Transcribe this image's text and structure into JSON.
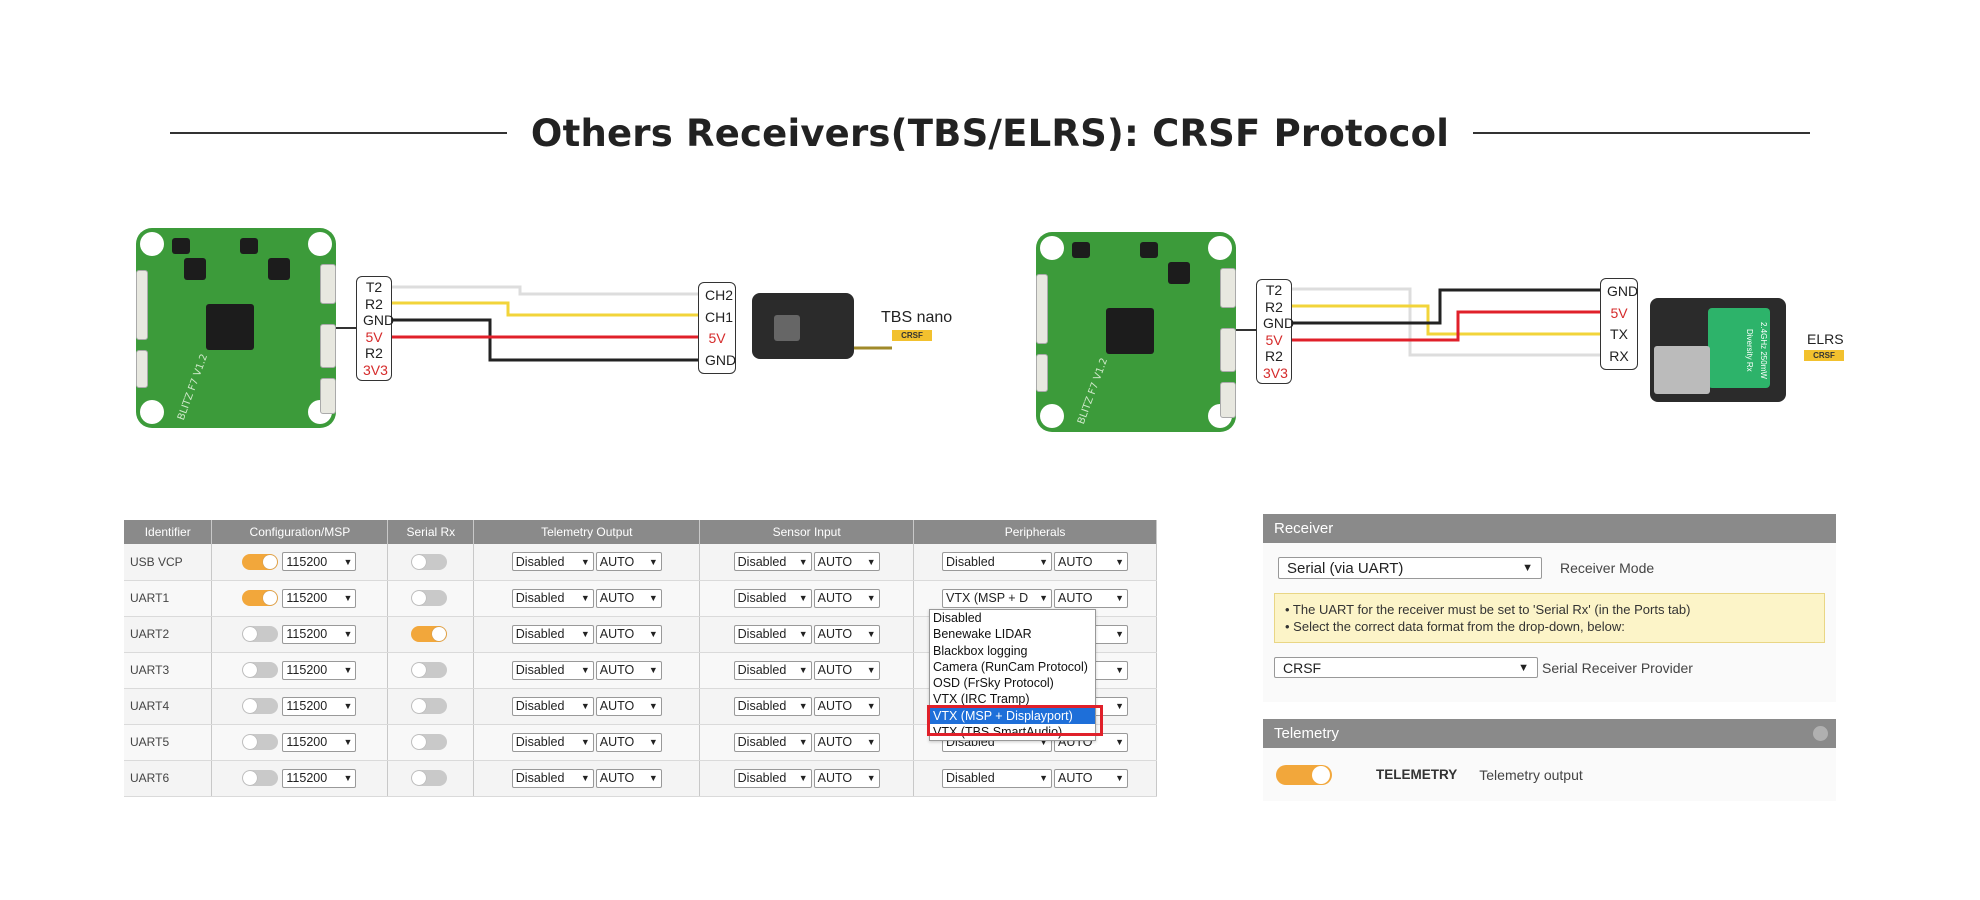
{
  "title": "Others Receivers(TBS/ELRS): CRSF Protocol",
  "left_diagram": {
    "fc_pins": [
      {
        "label": "T2",
        "color": "#222222"
      },
      {
        "label": "R2",
        "color": "#222222"
      },
      {
        "label": "GND",
        "color": "#222222"
      },
      {
        "label": "5V",
        "color": "#d52b2b"
      },
      {
        "label": "R2",
        "color": "#222222"
      },
      {
        "label": "3V3",
        "color": "#d52b2b"
      }
    ],
    "rx_pins": [
      {
        "label": "CH2",
        "color": "#222222"
      },
      {
        "label": "CH1",
        "color": "#222222"
      },
      {
        "label": "5V",
        "color": "#d52b2b"
      },
      {
        "label": "GND",
        "color": "#222222"
      }
    ],
    "receiver_name": "TBS nano",
    "protocol_tag": "CRSF",
    "board_silk": "BLITZ F7 V1.2"
  },
  "right_diagram": {
    "fc_pins": [
      {
        "label": "T2",
        "color": "#222222"
      },
      {
        "label": "R2",
        "color": "#222222"
      },
      {
        "label": "GND",
        "color": "#222222"
      },
      {
        "label": "5V",
        "color": "#d52b2b"
      },
      {
        "label": "R2",
        "color": "#222222"
      },
      {
        "label": "3V3",
        "color": "#d52b2b"
      }
    ],
    "rx_pins": [
      {
        "label": "GND",
        "color": "#222222"
      },
      {
        "label": "5V",
        "color": "#d52b2b"
      },
      {
        "label": "TX",
        "color": "#222222"
      },
      {
        "label": "RX",
        "color": "#222222"
      }
    ],
    "receiver_name": "ELRS",
    "protocol_tag": "CRSF",
    "board_silk": "BLITZ F7 V1.2",
    "module_text": "2.4GHz 250mW Diversity Rx"
  },
  "ports_table": {
    "headers": [
      "Identifier",
      "Configuration/MSP",
      "Serial Rx",
      "Telemetry Output",
      "Sensor Input",
      "Peripherals"
    ],
    "rows": [
      {
        "id": "USB VCP",
        "msp_on": true,
        "msp_baud": "115200",
        "serial_rx": false,
        "tele": "Disabled",
        "tele_baud": "AUTO",
        "sensor": "Disabled",
        "sensor_baud": "AUTO",
        "periph": "Disabled",
        "periph_baud": "AUTO"
      },
      {
        "id": "UART1",
        "msp_on": true,
        "msp_baud": "115200",
        "serial_rx": false,
        "tele": "Disabled",
        "tele_baud": "AUTO",
        "sensor": "Disabled",
        "sensor_baud": "AUTO",
        "periph": "VTX (MSP + D",
        "periph_baud": "AUTO"
      },
      {
        "id": "UART2",
        "msp_on": false,
        "msp_baud": "115200",
        "serial_rx": true,
        "tele": "Disabled",
        "tele_baud": "AUTO",
        "sensor": "Disabled",
        "sensor_baud": "AUTO",
        "periph": "",
        "periph_baud": ""
      },
      {
        "id": "UART3",
        "msp_on": false,
        "msp_baud": "115200",
        "serial_rx": false,
        "tele": "Disabled",
        "tele_baud": "AUTO",
        "sensor": "Disabled",
        "sensor_baud": "AUTO",
        "periph": "",
        "periph_baud": ""
      },
      {
        "id": "UART4",
        "msp_on": false,
        "msp_baud": "115200",
        "serial_rx": false,
        "tele": "Disabled",
        "tele_baud": "AUTO",
        "sensor": "Disabled",
        "sensor_baud": "AUTO",
        "periph": "",
        "periph_baud": ""
      },
      {
        "id": "UART5",
        "msp_on": false,
        "msp_baud": "115200",
        "serial_rx": false,
        "tele": "Disabled",
        "tele_baud": "AUTO",
        "sensor": "Disabled",
        "sensor_baud": "AUTO",
        "periph": "Disabled",
        "periph_baud": "AUTO"
      },
      {
        "id": "UART6",
        "msp_on": false,
        "msp_baud": "115200",
        "serial_rx": false,
        "tele": "Disabled",
        "tele_baud": "AUTO",
        "sensor": "Disabled",
        "sensor_baud": "AUTO",
        "periph": "Disabled",
        "periph_baud": "AUTO"
      }
    ],
    "dropdown_options": [
      "Disabled",
      "Benewake LIDAR",
      "Blackbox logging",
      "Camera (RunCam Protocol)",
      "OSD (FrSky Protocol)",
      "VTX (IRC Tramp)",
      "VTX (MSP + Displayport)",
      "VTX (TBS SmartAudio)"
    ],
    "dropdown_highlight": "VTX (MSP + Displayport)"
  },
  "receiver_panel": {
    "header": "Receiver",
    "mode_value": "Serial (via UART)",
    "mode_label": "Receiver Mode",
    "note_line1": "• The UART for the receiver must be set to 'Serial Rx' (in the Ports tab)",
    "note_line2": "• Select the correct data format from the drop-down, below:",
    "provider_value": "CRSF",
    "provider_label": "Serial Receiver Provider"
  },
  "telemetry_panel": {
    "header": "Telemetry",
    "toggle_label": "TELEMETRY",
    "description": "Telemetry output"
  },
  "colors": {
    "accent_orange": "#f2a73b",
    "header_gray": "#8a8a8a",
    "pcb_green": "#3c9b3a",
    "wire_white": "#dddddd",
    "wire_yellow": "#f2d43a",
    "wire_black": "#222222",
    "wire_red": "#e0202a",
    "highlight_blue": "#1e6fd9"
  }
}
